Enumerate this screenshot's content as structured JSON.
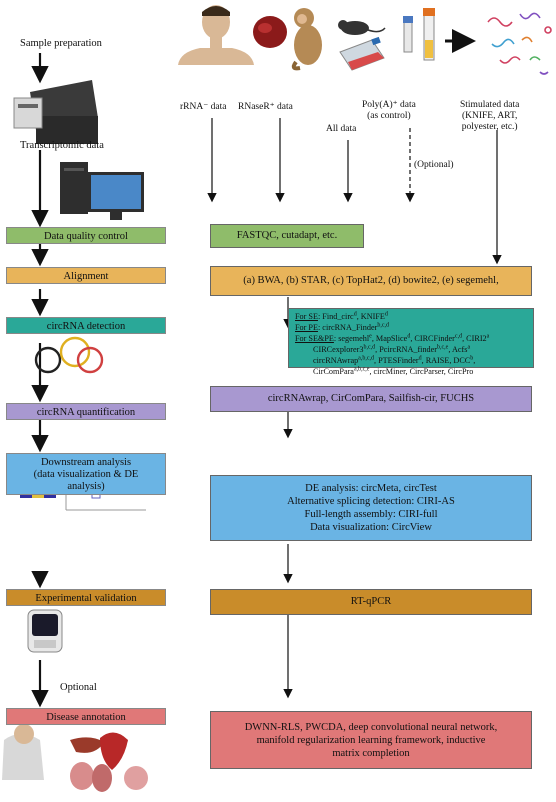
{
  "left": {
    "sample_prep": "Sample preparation",
    "transcriptomic": "Transcriptomic data",
    "optional": "Optional",
    "stages": {
      "qc": "Data quality control",
      "align": "Alignment",
      "detect": "circRNA detection",
      "quant": "circRNA quantification",
      "down": "Downstream analysis\n(data visualization & DE\nanalysis)",
      "valid": "Experimental validation",
      "disease": "Disease annotation"
    }
  },
  "data_labels": {
    "rrna": "rRNA⁻ data",
    "rnaser": "RNaseR⁺ data",
    "all": "All data",
    "polya": "Poly(A)⁺ data\n(as control)",
    "optional": "(Optional)",
    "stim": "Stimulated data\n(KNIFE, ART,\npolyester, etc.)"
  },
  "boxes": {
    "qc": "FASTQC, cutadapt, etc.",
    "align": "(a) BWA, (b) STAR, (c) TopHat2, (d) bowite2, (e) segemehl,",
    "quant": "circRNAwrap, CirComPara, Sailfish-cir, FUCHS",
    "de": "DE analysis: circMeta, circTest",
    "alt": "Alternative splicing detection: CIRI-AS",
    "full": "Full-length assembly: CIRI-full",
    "vis": "Data visualization: CircView",
    "valid": "RT-qPCR",
    "disease": "DWNN-RLS, PWCDA, deep convolutional neural network,\nmanifold regularization learning framework, inductive\nmatrix completion"
  },
  "detect": {
    "se_head": "For SE",
    "se_txt": ": Find_circ",
    "se_sup1": "d",
    "se_txt2": ", KNIFE",
    "se_sup2": "d",
    "pe_head": "For PE",
    "pe_txt": ": circRNA_Finder",
    "pe_sup": "b,c,d",
    "sepe_head": "For SE&PE",
    "l3a": ": segemehl",
    "l3a_s": "e",
    "l3b": ", MapSlice",
    "l3b_s": "d",
    "l3c": ", CIRCFinder",
    "l3c_s": "c,d",
    "l3d": ", CIRI2",
    "l3d_s": "a",
    "l4a": "CIRCexplorer3",
    "l4a_s": "b,c,d",
    "l4b": ", PcircRNA_finder",
    "l4b_s": "b,c,e",
    "l4c": ", Acfs",
    "l4c_s": "a",
    "l5a": "circRNAwrap",
    "l5a_s": "a,b,c,d",
    "l5b": ", PTESFinder",
    "l5b_s": "d",
    "l5c": ", RAISE, DCC",
    "l5c_s": "b",
    "l5d": ",",
    "l6a": "CirComPara",
    "l6a_s": "a,b,c,e",
    "l6b": ", circMiner, CircParser, CircPro"
  },
  "colors": {
    "qc": "#8fbc6a",
    "align": "#e8b45a",
    "detect": "#2aa898",
    "quant": "#a898d0",
    "down": "#6ab4e4",
    "valid": "#c98c2a",
    "disease": "#e07878"
  }
}
